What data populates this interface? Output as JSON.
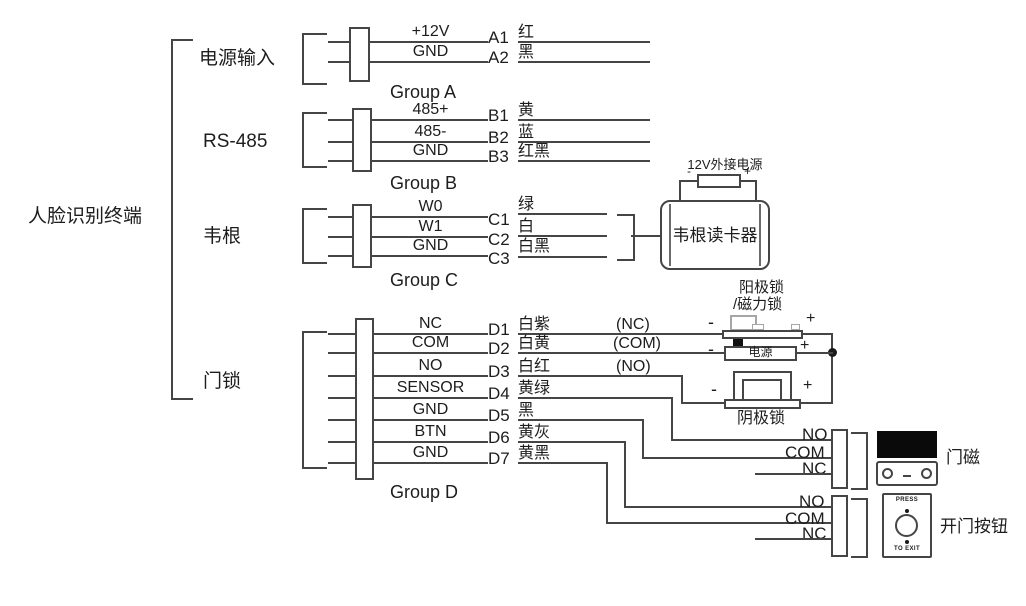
{
  "colors": {
    "line": "#454545",
    "text": "#1d1d1d",
    "magnet_fill": "#0a0a0a",
    "light_gray": "#a6a6a6"
  },
  "terminal": {
    "label": "人脸识别终端"
  },
  "groups": [
    {
      "label": "电源输入",
      "name": "Group A",
      "pins": [
        {
          "pin": "A1",
          "signal": "+12V",
          "color": "红"
        },
        {
          "pin": "A2",
          "signal": "GND",
          "color": "黑"
        }
      ]
    },
    {
      "label": "RS-485",
      "name": "Group B",
      "pins": [
        {
          "pin": "B1",
          "signal": "485+",
          "color": "黄"
        },
        {
          "pin": "B2",
          "signal": "485-",
          "color": "蓝"
        },
        {
          "pin": "B3",
          "signal": "GND",
          "color": "红黑"
        }
      ]
    },
    {
      "label": "韦根",
      "name": "Group C",
      "pins": [
        {
          "pin": "C1",
          "signal": "W0",
          "color": "绿"
        },
        {
          "pin": "C2",
          "signal": "W1",
          "color": "白"
        },
        {
          "pin": "C3",
          "signal": "GND",
          "color": "白黑"
        }
      ]
    },
    {
      "label": "门锁",
      "name": "Group D",
      "pins": [
        {
          "pin": "D1",
          "signal": "NC",
          "color": "白紫",
          "tag": "(NC)"
        },
        {
          "pin": "D2",
          "signal": "COM",
          "color": "白黄",
          "tag": "(COM)"
        },
        {
          "pin": "D3",
          "signal": "NO",
          "color": "白红",
          "tag": "(NO)"
        },
        {
          "pin": "D4",
          "signal": "SENSOR",
          "color": "黄绿"
        },
        {
          "pin": "D5",
          "signal": "GND",
          "color": "黑"
        },
        {
          "pin": "D6",
          "signal": "BTN",
          "color": "黄灰"
        },
        {
          "pin": "D7",
          "signal": "GND",
          "color": "黄黑"
        }
      ]
    }
  ],
  "reader": {
    "power_label": "12V外接电源",
    "label": "韦根读卡器"
  },
  "signs": {
    "minus": "-",
    "plus": "+"
  },
  "locks": {
    "anode_line1": "阳极锁",
    "anode_line2": "/磁力锁",
    "power_label": "电源",
    "cathode_label": "阴极锁"
  },
  "door_contact": {
    "label": "门磁",
    "terminals": [
      "NO",
      "COM",
      "NC"
    ]
  },
  "exit_button": {
    "label": "开门按钮",
    "terminals": [
      "NO",
      "COM",
      "NC"
    ],
    "press": "PRESS",
    "to_exit": "TO EXIT"
  }
}
